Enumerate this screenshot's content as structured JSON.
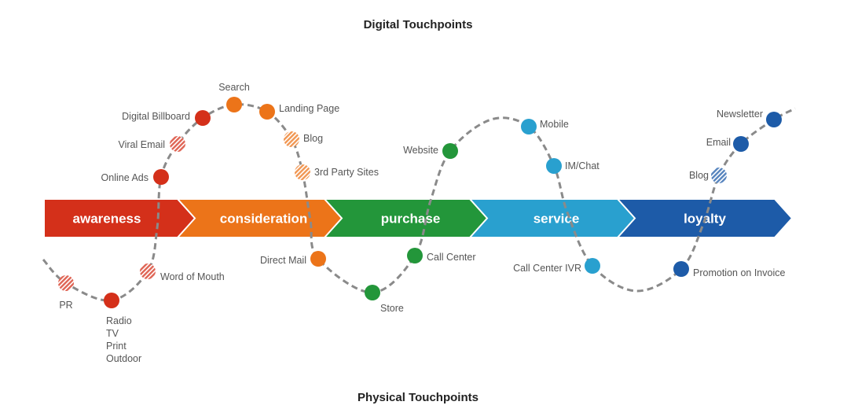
{
  "titles": {
    "digital": "Digital Touchpoints",
    "physical": "Physical Touchpoints"
  },
  "stages": [
    {
      "label": "awareness",
      "color": "#d4301a"
    },
    {
      "label": "consideration",
      "color": "#ec7419"
    },
    {
      "label": "purchase",
      "color": "#23963a"
    },
    {
      "label": "service",
      "color": "#29a0cf"
    },
    {
      "label": "loyalty",
      "color": "#1d5ba8"
    }
  ],
  "touchpoints": [
    {
      "label": "PR",
      "stage": 0,
      "style": "hatched"
    },
    {
      "label": "Radio",
      "stage": 0,
      "style": "solid",
      "extra": [
        "TV",
        "Print",
        "Outdoor"
      ]
    },
    {
      "label": "Word of Mouth",
      "stage": 0,
      "style": "hatched"
    },
    {
      "label": "Online Ads",
      "stage": 0,
      "style": "solid"
    },
    {
      "label": "Viral Email",
      "stage": 0,
      "style": "hatched"
    },
    {
      "label": "Digital Billboard",
      "stage": 0,
      "style": "solid"
    },
    {
      "label": "Search",
      "stage": 1,
      "style": "solid"
    },
    {
      "label": "Landing Page",
      "stage": 1,
      "style": "solid"
    },
    {
      "label": "Blog",
      "stage": 1,
      "style": "hatched"
    },
    {
      "label": "3rd Party Sites",
      "stage": 1,
      "style": "hatched"
    },
    {
      "label": "Direct Mail",
      "stage": 1,
      "style": "solid"
    },
    {
      "label": "Store",
      "stage": 2,
      "style": "solid"
    },
    {
      "label": "Call Center",
      "stage": 2,
      "style": "solid"
    },
    {
      "label": "Website",
      "stage": 2,
      "style": "solid"
    },
    {
      "label": "Mobile",
      "stage": 3,
      "style": "solid"
    },
    {
      "label": "IM/Chat",
      "stage": 3,
      "style": "solid"
    },
    {
      "label": "Call Center IVR",
      "stage": 3,
      "style": "solid"
    },
    {
      "label": "Promotion on Invoice",
      "stage": 4,
      "style": "solid"
    },
    {
      "label": "Blog",
      "stage": 4,
      "style": "hatched"
    },
    {
      "label": "Email",
      "stage": 4,
      "style": "solid"
    },
    {
      "label": "Newsletter",
      "stage": 4,
      "style": "solid"
    }
  ]
}
